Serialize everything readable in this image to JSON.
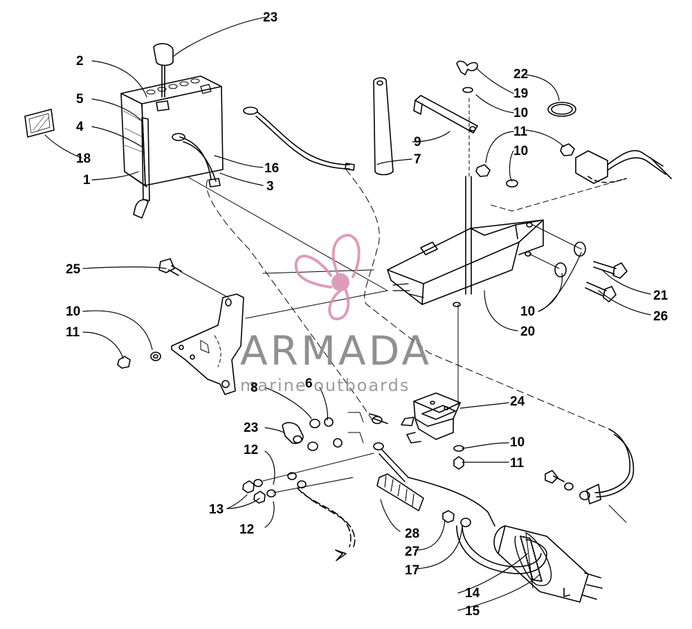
{
  "callouts": {
    "c1": "1",
    "c2": "2",
    "c3": "3",
    "c4": "4",
    "c5": "5",
    "c6": "6",
    "c7": "7",
    "c8": "8",
    "c9": "9",
    "c10a": "10",
    "c10b": "10",
    "c10c": "10",
    "c10d": "10",
    "c10e": "10",
    "c11a": "11",
    "c11b": "11",
    "c11c": "11",
    "c12a": "12",
    "c12b": "12",
    "c13": "13",
    "c14": "14",
    "c15": "15",
    "c16": "16",
    "c17": "17",
    "c18": "18",
    "c19": "19",
    "c20": "20",
    "c21": "21",
    "c22": "22",
    "c23a": "23",
    "c23b": "23",
    "c24": "24",
    "c25": "25",
    "c26": "26",
    "c27": "27",
    "c28": "28"
  },
  "watermark": {
    "brand": "ARMADA",
    "tagline": "marine outboards",
    "logo_color": "#d98bb0"
  }
}
